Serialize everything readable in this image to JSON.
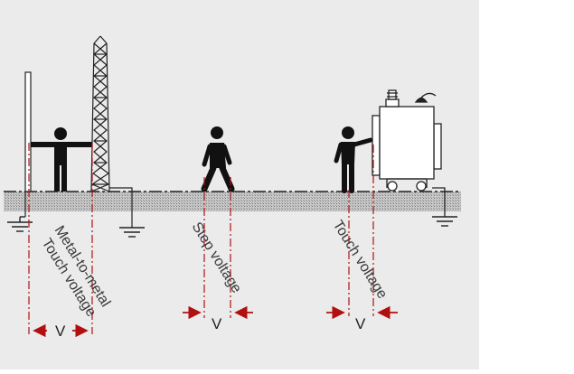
{
  "labels": {
    "metal_to_metal": "Metal-to-metal",
    "touch_voltage_left": "Touch voltage",
    "step_voltage": "Step voltage",
    "touch_voltage_right": "Touch voltage",
    "v_left": "V",
    "v_middle": "V",
    "v_right": "V"
  },
  "colors": {
    "background": "#ebebeb",
    "measurement_red": "#b01010",
    "ink": "#111111",
    "ground_hatch": "#9a9a9a"
  }
}
